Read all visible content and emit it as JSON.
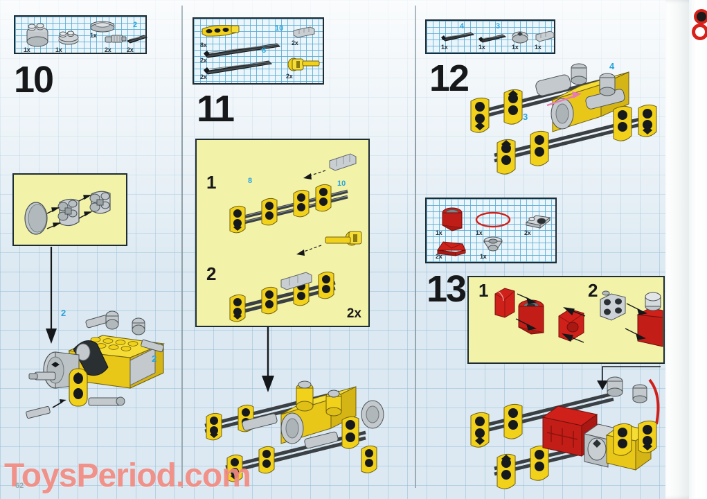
{
  "document": {
    "type": "lego-technic-instruction-manual-page",
    "page_number": "62",
    "watermark": "ToysPeriod.com",
    "background_color": "#dce9f2",
    "grid_color": "#96bed7",
    "panel_color": "#f2f2a8",
    "accent_label_color": "#29a3dc",
    "brick_colors": {
      "yellow": "#f2d11a",
      "red": "#d0201a",
      "gray": "#c3c9cd",
      "dark_gray": "#5d6366",
      "black": "#171a1c"
    }
  },
  "columns": [
    {
      "name": "column-left",
      "steps": [
        "10"
      ]
    },
    {
      "name": "column-middle",
      "steps": [
        "11"
      ]
    },
    {
      "name": "column-right",
      "steps": [
        "12",
        "13"
      ]
    }
  ],
  "steps": [
    {
      "id": "step-10",
      "number": "10",
      "parts_box": {
        "name": "parts-box-10",
        "parts": [
          {
            "name": "round-brick-2x2",
            "qty": "1x",
            "color": "gray",
            "shape": "round-brick"
          },
          {
            "name": "round-plate-2x2",
            "qty": "1x",
            "color": "gray",
            "shape": "round-plate"
          },
          {
            "name": "dish-2x2",
            "qty": "1x",
            "color": "gray",
            "shape": "dish"
          },
          {
            "name": "axle-connector",
            "qty": "2x",
            "color": "gray",
            "shape": "connector"
          },
          {
            "name": "axle",
            "qty": "2x",
            "color": "black",
            "shape": "axle",
            "length_label": "2"
          }
        ]
      },
      "sub_panel": {
        "name": "sub-panel-10",
        "repeat": "",
        "sub_steps": [],
        "description": "gray round brick, dish and round plate assembled in line"
      },
      "callouts": [
        "2",
        "2"
      ],
      "build_description": "yellow and gray engine block sub-assembly with gray cylinder pressed on"
    },
    {
      "id": "step-11",
      "number": "11",
      "parts_box": {
        "name": "parts-box-11",
        "parts": [
          {
            "name": "liftarm-beam",
            "qty": "8x",
            "color": "yellow",
            "shape": "beam"
          },
          {
            "name": "axle-10",
            "qty": "2x",
            "color": "black",
            "shape": "axle",
            "length_label": "10"
          },
          {
            "name": "axle-8",
            "qty": "2x",
            "color": "black",
            "shape": "axle",
            "length_label": "8"
          },
          {
            "name": "axle-connector-smooth",
            "qty": "2x",
            "color": "gray",
            "shape": "connector"
          },
          {
            "name": "axle-joiner-perpendicular",
            "qty": "2x",
            "color": "yellow",
            "shape": "connector"
          }
        ]
      },
      "sub_panel": {
        "name": "sub-panel-11",
        "repeat": "2x",
        "sub_steps": [
          "1",
          "2"
        ],
        "length_labels": [
          "8",
          "10"
        ],
        "description": "ladder frame of 4 yellow beams on 2 long axles; gray connector added in 1, yellow connector added in 2"
      },
      "callouts": [],
      "build_description": "full chassis frame with engine block mounted, arrow pointing down from sub-panel"
    },
    {
      "id": "step-12",
      "number": "12",
      "parts_box": {
        "name": "parts-box-12",
        "parts": [
          {
            "name": "axle-4",
            "qty": "1x",
            "color": "black",
            "shape": "axle",
            "length_label": "4"
          },
          {
            "name": "axle-3",
            "qty": "1x",
            "color": "black",
            "shape": "axle",
            "length_label": "3"
          },
          {
            "name": "bush",
            "qty": "1x",
            "color": "gray",
            "shape": "bush"
          },
          {
            "name": "axle-connector-smooth",
            "qty": "1x",
            "color": "gray",
            "shape": "connector"
          }
        ]
      },
      "sub_panel": null,
      "callouts": [
        "3",
        "4"
      ],
      "build_description": "chassis with axles 3 and 4 inserted, pink direction arrow indicating axle insertion"
    },
    {
      "id": "step-13",
      "number": "13",
      "parts_box": {
        "name": "parts-box-13",
        "parts": [
          {
            "name": "engine-cylinder-brick",
            "qty": "1x",
            "color": "red",
            "shape": "round-top-brick"
          },
          {
            "name": "rubber-band",
            "qty": "1x",
            "color": "red",
            "shape": "band"
          },
          {
            "name": "plate-2x2-with-hole",
            "qty": "2x",
            "color": "gray",
            "shape": "plate"
          },
          {
            "name": "slope-brick",
            "qty": "2x",
            "color": "red",
            "shape": "slope"
          },
          {
            "name": "pulley-wheel",
            "qty": "1x",
            "color": "gray",
            "shape": "pulley"
          }
        ]
      },
      "sub_panel": {
        "name": "sub-panel-13",
        "repeat": "",
        "sub_steps": [
          "1",
          "2"
        ],
        "description": "red engine cylinder block built up in step 1, gray plate and pulley added in step 2"
      },
      "callouts": [],
      "build_description": "chassis with red engine block and red rubber band fitted"
    }
  ],
  "arrows": [
    {
      "name": "arrow-step-10-panel-to-build",
      "direction": "down"
    },
    {
      "name": "arrow-step-11-panel-to-build",
      "direction": "down"
    },
    {
      "name": "arrow-step-13-panel-to-build",
      "direction": "down-left"
    }
  ]
}
